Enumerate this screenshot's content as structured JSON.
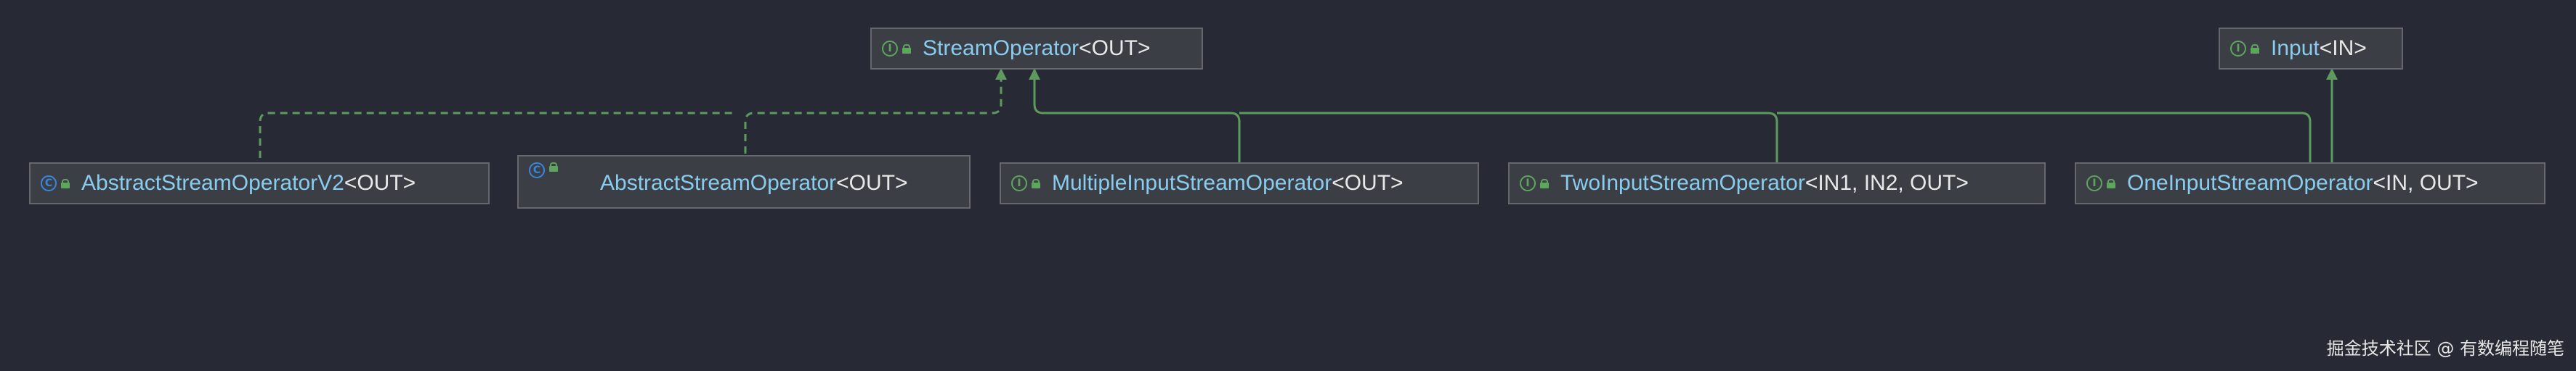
{
  "diagram": {
    "nodes": [
      {
        "id": "stream-operator",
        "kind": "interface",
        "name": "StreamOperator",
        "generics": "<OUT>"
      },
      {
        "id": "input",
        "kind": "interface",
        "name": "Input",
        "generics": "<IN>"
      },
      {
        "id": "abstract-stream-operator-v2",
        "kind": "class",
        "name": "AbstractStreamOperatorV2",
        "generics": "<OUT>"
      },
      {
        "id": "abstract-stream-operator",
        "kind": "class",
        "name": "AbstractStreamOperator",
        "generics": "<OUT>"
      },
      {
        "id": "multiple-input-stream-operator",
        "kind": "interface",
        "name": "MultipleInputStreamOperator",
        "generics": "<OUT>"
      },
      {
        "id": "two-input-stream-operator",
        "kind": "interface",
        "name": "TwoInputStreamOperator",
        "generics": "<IN1, IN2, OUT>"
      },
      {
        "id": "one-input-stream-operator",
        "kind": "interface",
        "name": "OneInputStreamOperator",
        "generics": "<IN, OUT>"
      }
    ],
    "edges": [
      {
        "from": "abstract-stream-operator-v2",
        "to": "stream-operator",
        "type": "implements"
      },
      {
        "from": "abstract-stream-operator",
        "to": "stream-operator",
        "type": "implements"
      },
      {
        "from": "multiple-input-stream-operator",
        "to": "stream-operator",
        "type": "extends"
      },
      {
        "from": "two-input-stream-operator",
        "to": "stream-operator",
        "type": "extends"
      },
      {
        "from": "one-input-stream-operator",
        "to": "stream-operator",
        "type": "extends"
      },
      {
        "from": "one-input-stream-operator",
        "to": "input",
        "type": "extends"
      }
    ],
    "colors": {
      "background": "#272a35",
      "node_fill": "#3b3e45",
      "node_border": "#65676d",
      "edge": "#5e9a5e",
      "type_name": "#88ccee",
      "generics": "#e8e8e8",
      "interface_icon": "#5ea55e",
      "class_icon": "#3a86d8"
    }
  },
  "watermark": "掘金技术社区 @ 有数编程随笔"
}
